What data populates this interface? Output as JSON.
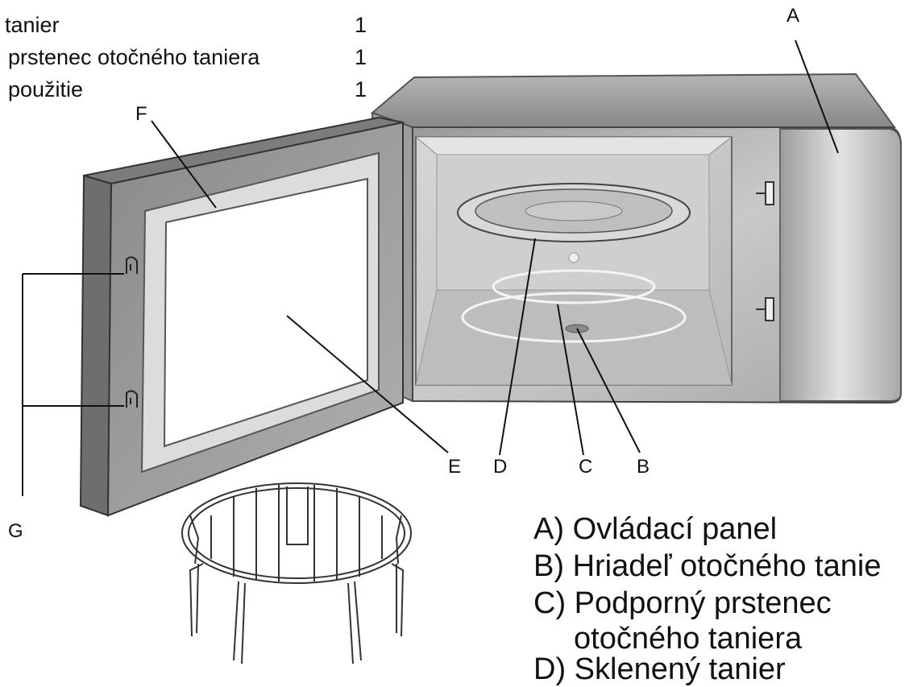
{
  "parts_list": [
    {
      "name": "tanier",
      "qty": "1"
    },
    {
      "name": "prstenec otočného taniera",
      "qty": "1"
    },
    {
      "name": "použitie",
      "qty": "1"
    }
  ],
  "callouts": {
    "A": "A",
    "B": "B",
    "C": "C",
    "D": "D",
    "E": "E",
    "F": "F",
    "G": "G"
  },
  "legend": [
    {
      "letter": "A)",
      "text": "Ovládací panel"
    },
    {
      "letter": "B)",
      "text": "Hriadeľ otočného tanie"
    },
    {
      "letter": "C)",
      "text": "Podporný prstenec"
    },
    {
      "letter": "",
      "text": "otočného taniera"
    },
    {
      "letter": "D)",
      "text": "Sklenený tanier"
    }
  ]
}
